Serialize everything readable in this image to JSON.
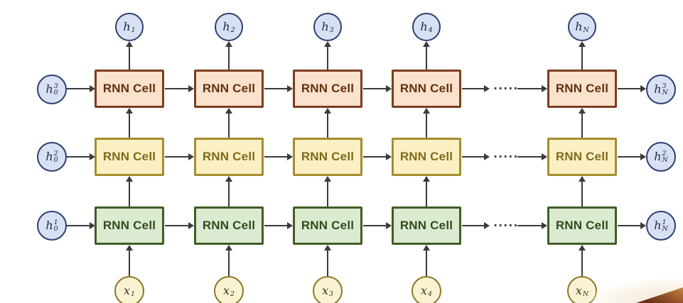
{
  "diagram": {
    "type": "stacked-rnn-unrolled-over-time",
    "cell_label": "RNN Cell",
    "ellipsis": "·····",
    "layers": [
      {
        "id": 3,
        "position": "top",
        "fill": "#fae2cd",
        "border": "#7b3e1e",
        "text_color": "#63300f"
      },
      {
        "id": 2,
        "position": "middle",
        "fill": "#faf0c4",
        "border": "#a58c2f",
        "text_color": "#7f6a1a"
      },
      {
        "id": 1,
        "position": "bottom",
        "fill": "#ddead2",
        "border": "#405d25",
        "text_color": "#2f4d1b"
      }
    ],
    "colors": {
      "background": "#ffffff",
      "arrow": "#3b3b3b",
      "hidden_node_fill": "#d8e1f4",
      "hidden_node_border": "#2c4070",
      "input_node_fill": "#faf3d3",
      "input_node_border": "#8c7823"
    },
    "nodes": {
      "top": [
        {
          "base": "h",
          "sub": "1",
          "sup": ""
        },
        {
          "base": "h",
          "sub": "2",
          "sup": ""
        },
        {
          "base": "h",
          "sub": "3",
          "sup": ""
        },
        {
          "base": "h",
          "sub": "4",
          "sup": ""
        },
        {
          "base": "h",
          "sub": "N",
          "sup": ""
        }
      ],
      "left": [
        {
          "base": "h",
          "sub": "0",
          "sup": "3"
        },
        {
          "base": "h",
          "sub": "0",
          "sup": "2"
        },
        {
          "base": "h",
          "sub": "0",
          "sup": "1"
        }
      ],
      "right": [
        {
          "base": "h",
          "sub": "N",
          "sup": "3"
        },
        {
          "base": "h",
          "sub": "N",
          "sup": "2"
        },
        {
          "base": "h",
          "sub": "N",
          "sup": "1"
        }
      ],
      "bottom": [
        {
          "base": "x",
          "sub": "1",
          "sup": ""
        },
        {
          "base": "x",
          "sub": "2",
          "sup": ""
        },
        {
          "base": "x",
          "sub": "3",
          "sup": ""
        },
        {
          "base": "x",
          "sub": "4",
          "sup": ""
        },
        {
          "base": "x",
          "sub": "N",
          "sup": ""
        }
      ]
    }
  }
}
